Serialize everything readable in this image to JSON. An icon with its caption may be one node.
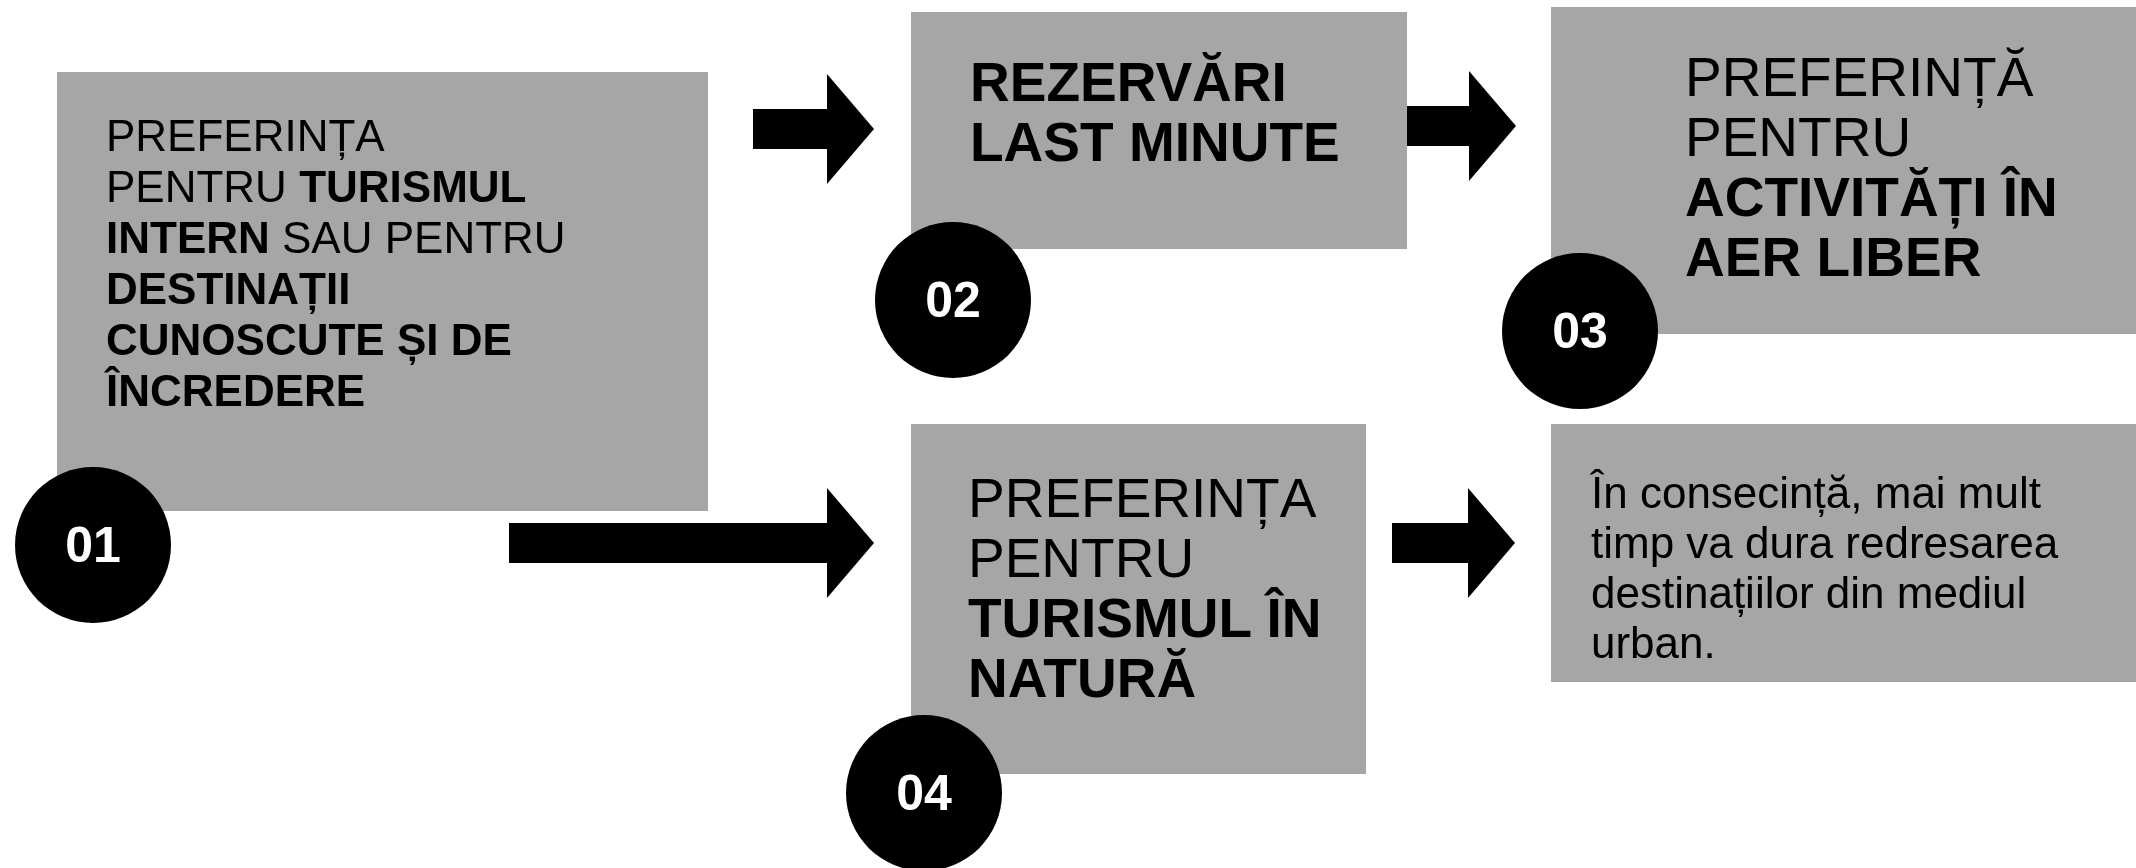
{
  "diagram": {
    "nodes": [
      {
        "text": [
          "PREFERINȚA PENTRU **TURISMUL INTERN** SAU PENTRU **DESTINAȚII CUNOSCUTE ȘI DE ÎNCREDERE**"
        ]
      },
      {
        "text": [
          "01"
        ]
      },
      {
        "text": [
          "REZERVĂRI LAST MINUTE"
        ]
      },
      {
        "text": [
          "02"
        ]
      },
      {
        "text": [
          "PREFERINȚĂ PENTRU **ACTIVITĂȚI ÎN AER LIBER**"
        ]
      },
      {
        "text": [
          "03"
        ]
      },
      {
        "text": [
          "PREFERINȚA PENTRU **TURISMUL ÎN NATURĂ**"
        ]
      },
      {
        "text": [
          "04"
        ]
      },
      {
        "text": [
          "În consecință, mai mult timp va dura redresarea destinațiilor din mediul urban."
        ]
      }
    ],
    "edges": [
      {
        "from": 0,
        "to": 2,
        "arrow": "to"
      },
      {
        "from": 2,
        "to": 4,
        "arrow": "to"
      },
      {
        "from": 0,
        "to": 6,
        "arrow": "to"
      },
      {
        "from": 6,
        "to": 8,
        "arrow": "to"
      }
    ]
  }
}
